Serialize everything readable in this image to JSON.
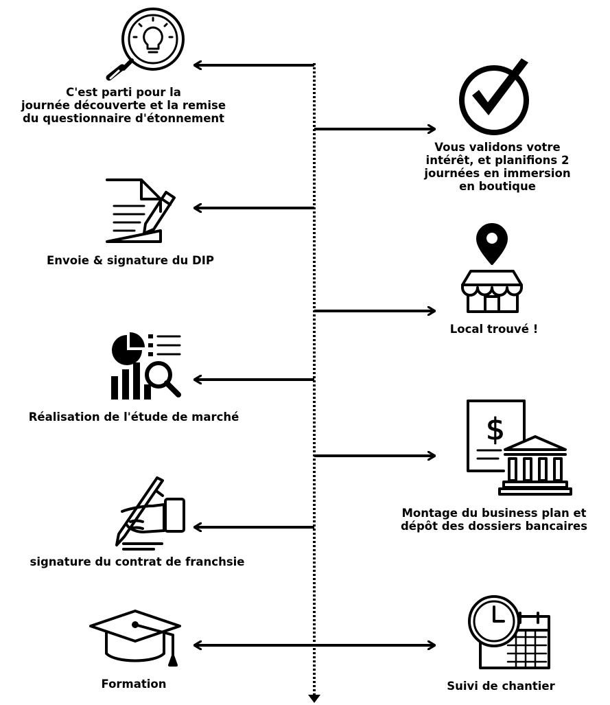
{
  "colors": {
    "ink": "#000000",
    "background": "#ffffff"
  },
  "steps": [
    {
      "id": "discovery",
      "side": "left",
      "icon": "lightbulb-magnifier-icon",
      "text": "C'est parti pour la\njournée découverte et la remise\ndu questionnaire d'étonnement"
    },
    {
      "id": "validation",
      "side": "right",
      "icon": "checkmark-circle-icon",
      "text": "Vous validons votre\nintérêt, et planifions 2\njournées en immersion\nen boutique"
    },
    {
      "id": "dip",
      "side": "left",
      "icon": "document-pen-icon",
      "text": "Envoie & signature du DIP"
    },
    {
      "id": "local",
      "side": "right",
      "icon": "shop-location-icon",
      "text": "Local trouvé !"
    },
    {
      "id": "market-study",
      "side": "left",
      "icon": "analytics-magnifier-icon",
      "text": "Réalisation de l'étude de marché"
    },
    {
      "id": "business-plan",
      "side": "right",
      "icon": "bank-document-icon",
      "text": "Montage du business plan et\ndépôt des dossiers bancaires"
    },
    {
      "id": "contract",
      "side": "left",
      "icon": "signing-hand-icon",
      "text": "signature du contrat de franchsie"
    },
    {
      "id": "formation",
      "side": "left",
      "icon": "graduation-cap-icon",
      "text": "Formation"
    },
    {
      "id": "worksite",
      "side": "right",
      "icon": "clock-calendar-icon",
      "text": "Suivi de chantier"
    }
  ]
}
